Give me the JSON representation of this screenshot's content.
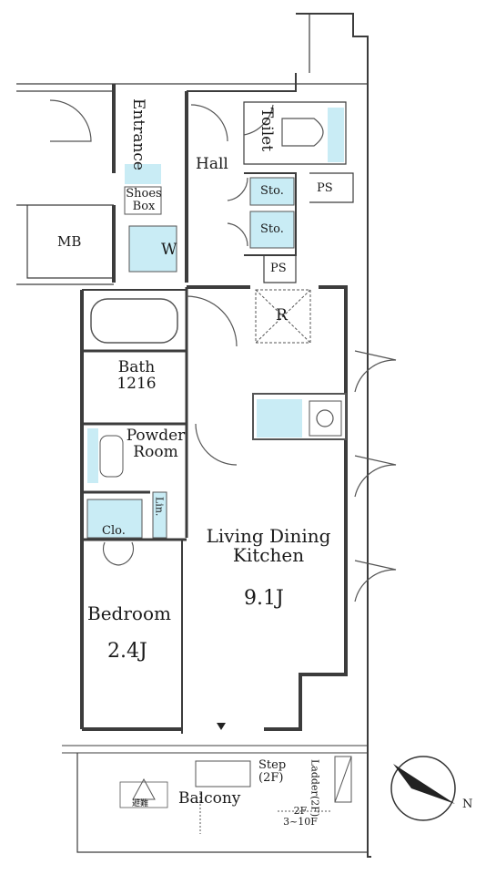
{
  "rooms": {
    "entrance": "Entrance",
    "hall": "Hall",
    "toilet": "Toilet",
    "shoes_box": [
      "Shoes",
      "Box"
    ],
    "storage_1": "Sto.",
    "storage_2": "Sto.",
    "ps_1": "PS",
    "ps_2": "PS",
    "mb": "MB",
    "w": "W",
    "r": "R",
    "bath_name": "Bath",
    "bath_size": "1216",
    "powder_room": [
      "Powder",
      "Room"
    ],
    "linen": "Lin.",
    "closet": "Clo.",
    "ldk_name": [
      "Living Dining",
      "Kitchen"
    ],
    "ldk_size": "9.1J",
    "bedroom_name": "Bedroom",
    "bedroom_size": "2.4J",
    "balcony": "Balcony",
    "step": [
      "Step",
      "(2F)"
    ],
    "ladder": [
      "Ladder",
      "(2F)"
    ],
    "floor_note": [
      "2F",
      "3~10F"
    ],
    "evac_hatch": "避難"
  },
  "compass": {
    "label": "N"
  },
  "colors": {
    "wall": "#3c3c3c",
    "fixture": "#c9ecf5",
    "line": "#555555"
  }
}
